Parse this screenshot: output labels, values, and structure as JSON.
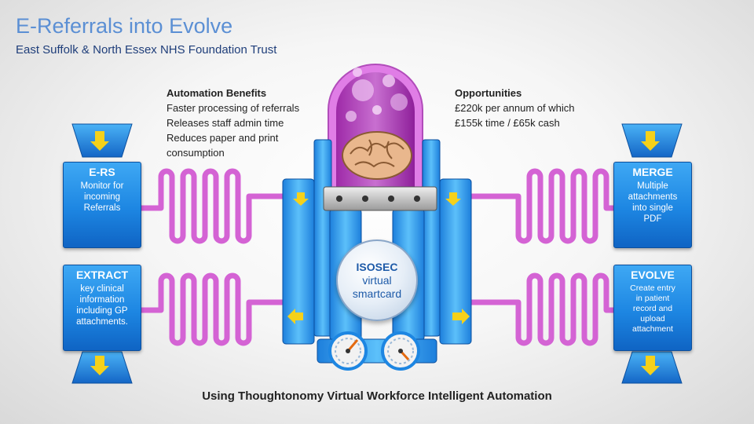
{
  "title": "E-Referrals into Evolve",
  "subtitle": "East Suffolk & North Essex NHS Foundation Trust",
  "benefits": {
    "heading": "Automation Benefits",
    "lines": [
      "Faster processing of referrals",
      "Releases staff admin time",
      "Reduces paper and print",
      "consumption"
    ]
  },
  "opportunities": {
    "heading": "Opportunities",
    "lines": [
      "£220k per annum of which",
      "£155k time / £65k cash"
    ]
  },
  "boxes": {
    "ers": {
      "title": "E-RS",
      "text": [
        "Monitor for",
        "incoming",
        "Referrals"
      ]
    },
    "extract": {
      "title": "EXTRACT",
      "text": [
        "key clinical",
        "information",
        "including GP",
        "attachments."
      ]
    },
    "merge": {
      "title": "MERGE",
      "text": [
        "Multiple",
        "attachments",
        "into single",
        "PDF"
      ]
    },
    "evolve": {
      "title": "EVOLVE",
      "text": [
        "Create entry",
        "in patient",
        "record and",
        "upload",
        "attachment"
      ]
    }
  },
  "isosec": {
    "title": "ISOSEC",
    "line1": "virtual",
    "line2": "smartcard"
  },
  "footer": "Using Thoughtonomy Virtual Workforce Intelligent Automation",
  "colors": {
    "accent_blue": "#1d86e2",
    "pipe_magenta": "#d463d4",
    "title_blue": "#5b8fd4",
    "arrow_yellow": "#f5d11a"
  }
}
